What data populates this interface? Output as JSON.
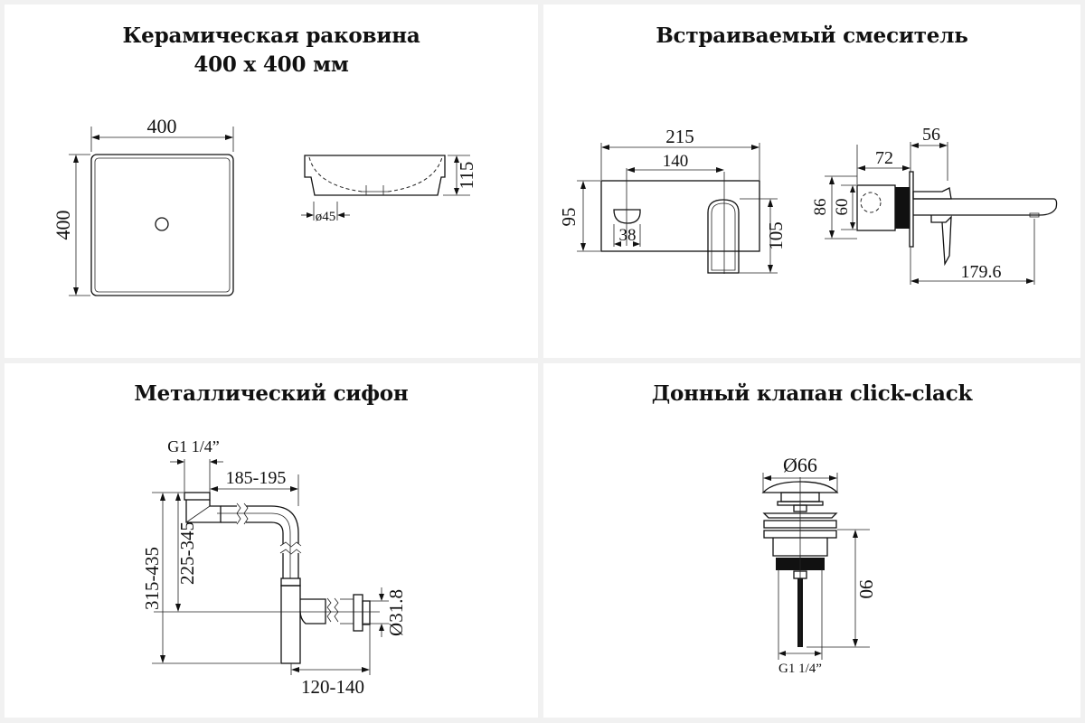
{
  "panels": [
    {
      "id": "sink",
      "title_line1": "Керамическая раковина",
      "title_line2": "400 x 400 мм",
      "dimensions": {
        "top_width": "400",
        "top_height": "400",
        "side_height": "115",
        "drain_diameter": "ø45"
      }
    },
    {
      "id": "faucet",
      "title": "Встраиваемый смеситель",
      "dimensions": {
        "plate_width": "215",
        "spout_offset": "140",
        "plate_height": "95",
        "handle_width": "38",
        "spout_height": "105",
        "body_depth": "72",
        "plate_to_wall": "56",
        "outer_height": "86",
        "inner_height": "60",
        "spout_reach": "179.6"
      }
    },
    {
      "id": "siphon",
      "title": "Металлический сифон",
      "dimensions": {
        "thread": "G1 1/4”",
        "horizontal_reach": "185-195",
        "total_height": "315-435",
        "outlet_height": "225-345",
        "outlet_diameter": "Ø31.8",
        "wall_offset": "120-140"
      }
    },
    {
      "id": "drain-valve",
      "title": "Донный клапан click-clack",
      "dimensions": {
        "cap_diameter": "Ø66",
        "length": "90",
        "thread": "G1 1/4”"
      }
    }
  ]
}
